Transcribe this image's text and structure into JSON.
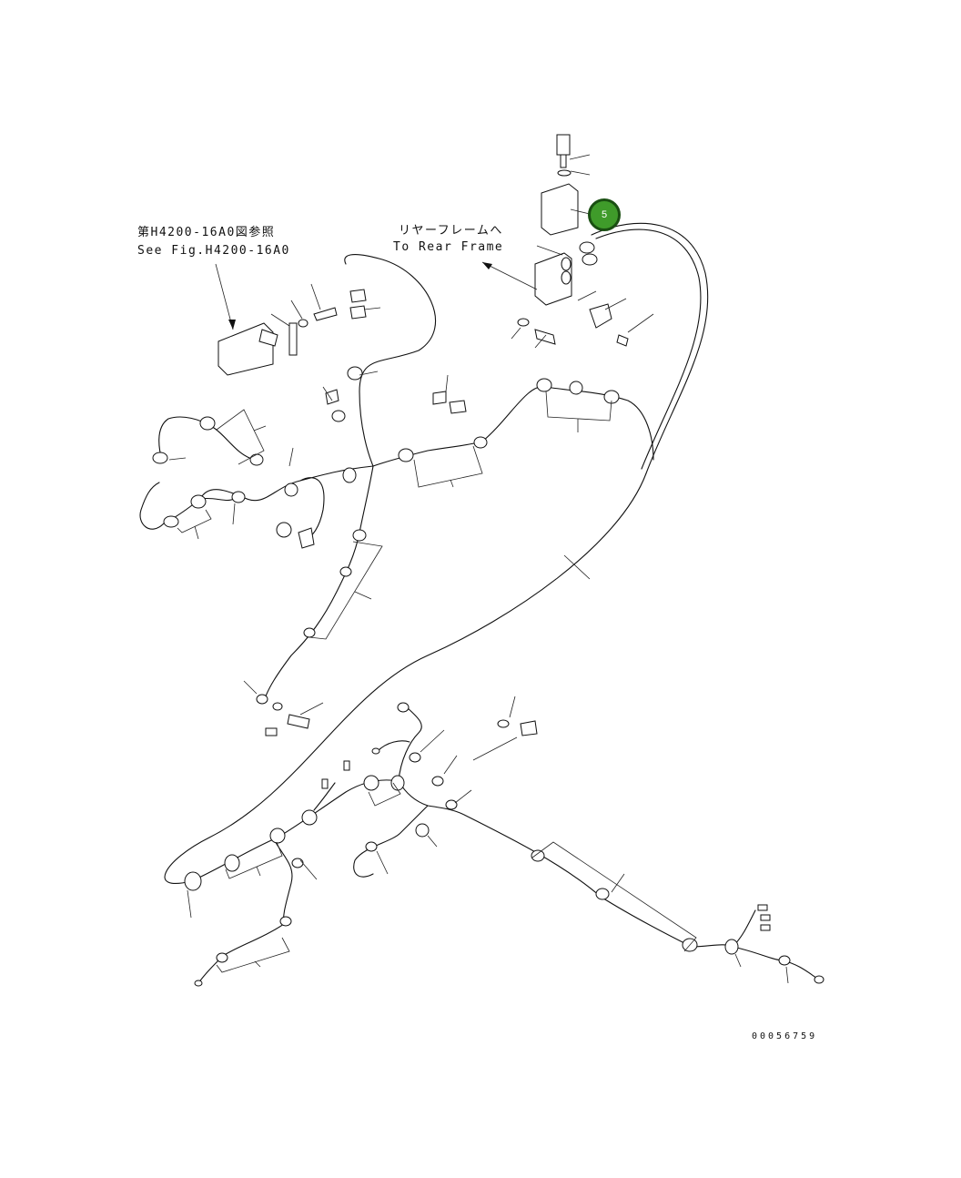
{
  "references": {
    "see_fig_jp": "第H4200-16A0図参照",
    "see_fig_en": "See Fig.H4200-16A0",
    "rear_frame_jp": "リヤーフレームへ",
    "rear_frame_en": "To Rear Frame"
  },
  "callouts": [
    {
      "id": "callout-5",
      "label": "5",
      "color": "#3f9b2a"
    }
  ],
  "document_number": "00056759"
}
